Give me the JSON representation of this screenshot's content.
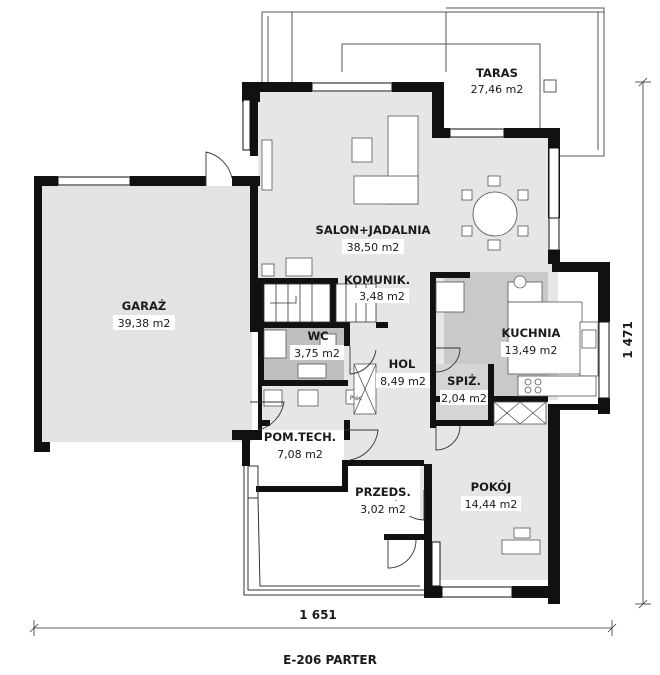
{
  "rooms": {
    "taras": {
      "name": "TARAS",
      "area": "27,46 m2"
    },
    "salon": {
      "name": "SALON+JADALNIA",
      "area": "38,50 m2"
    },
    "garaz": {
      "name": "GARAŻ",
      "area": "39,38 m2"
    },
    "komunik": {
      "name": "KOMUNIK.",
      "area": "3,48 m2"
    },
    "wc": {
      "name": "WC",
      "area": "3,75 m2"
    },
    "hol": {
      "name": "HOL",
      "area": "8,49 m2"
    },
    "kuchnia": {
      "name": "KUCHNIA",
      "area": "13,49 m2"
    },
    "spiz": {
      "name": "SPIŻ.",
      "area": "2,04 m2"
    },
    "pomtech": {
      "name": "POM.TECH.",
      "area": "7,08 m2"
    },
    "przeds": {
      "name": "PRZEDS.",
      "area": "3,02 m2"
    },
    "pokoj": {
      "name": "POKÓJ",
      "area": "14,44 m2"
    }
  },
  "fixtures": {
    "boiler_label": "Piec"
  },
  "dimensions": {
    "width": "1 651",
    "height": "1 471"
  },
  "caption": "E-206 PARTER"
}
